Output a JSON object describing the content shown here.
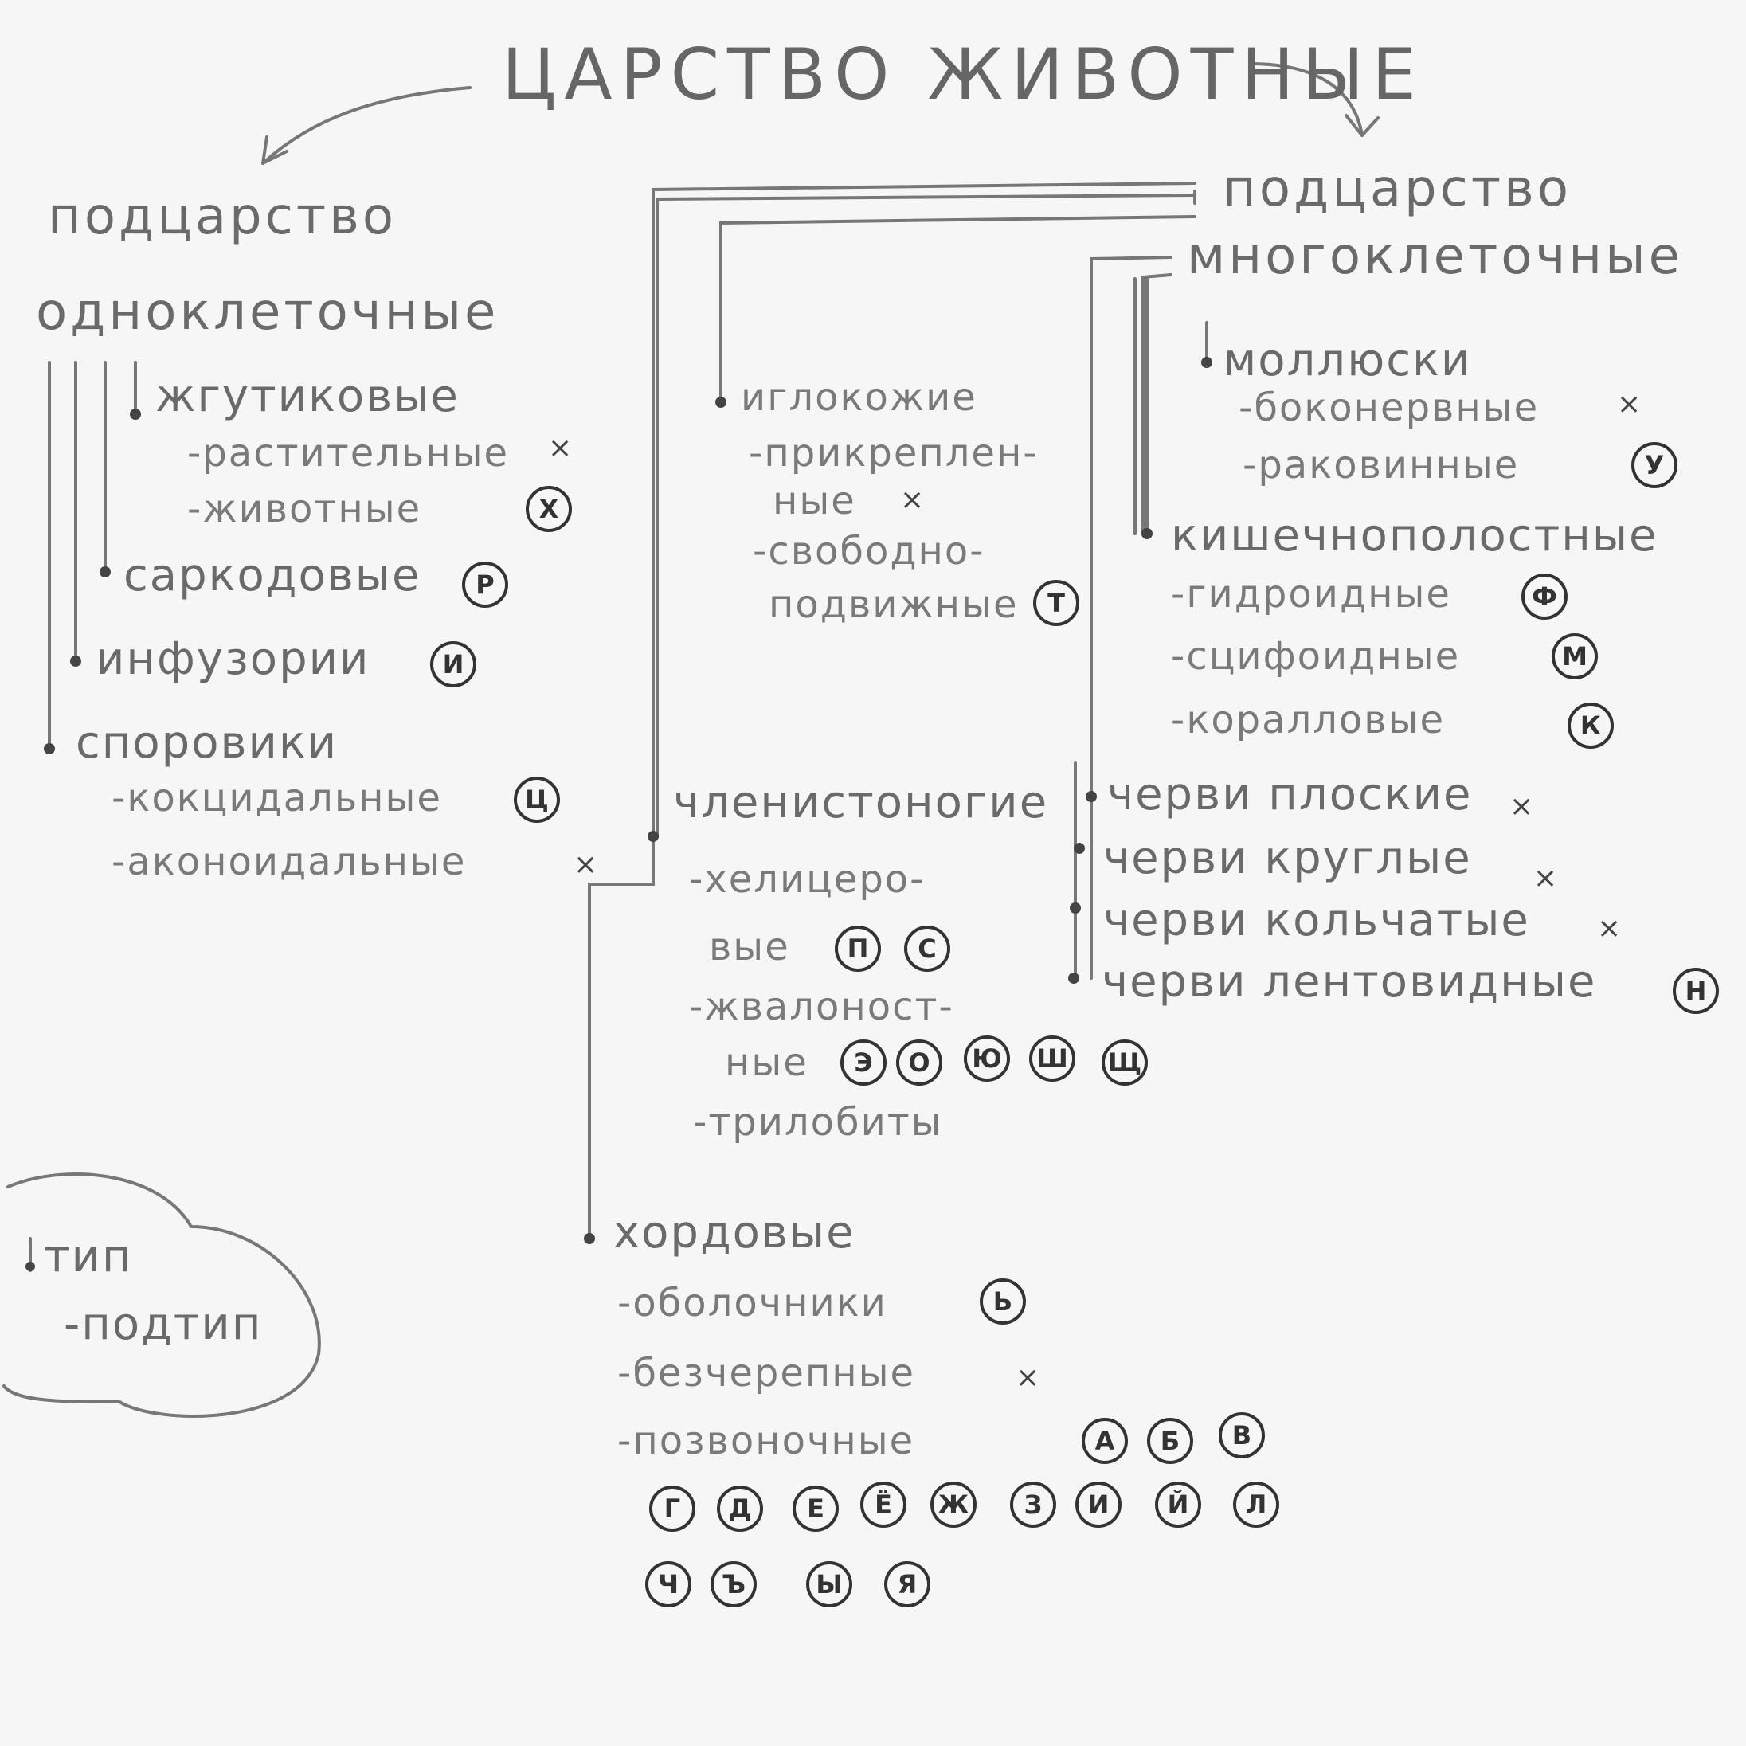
{
  "title": "ЦАРСТВО ЖИВОТНЫЕ",
  "left": {
    "heading_1": "подцарство",
    "heading_2": "одноклеточные",
    "items": [
      {
        "type": "жгутиковые",
        "subs": [
          {
            "text": "-растительные",
            "tag": "×"
          },
          {
            "text": "-животные",
            "letters": [
              "Х"
            ]
          }
        ]
      },
      {
        "type": "саркодовые",
        "letters": [
          "Р"
        ]
      },
      {
        "type": "инфузории",
        "letters": [
          "И"
        ]
      },
      {
        "type": "споровики",
        "subs": [
          {
            "text": "-кокцидальные",
            "letters": [
              "Ц"
            ]
          },
          {
            "text": "-аконоидальные",
            "tag": "×"
          }
        ]
      }
    ]
  },
  "right": {
    "heading_1": "подцарство",
    "heading_2": "многоклеточные",
    "molluscs": {
      "type": "моллюски",
      "subs": [
        {
          "text": "-боконервные",
          "tag": "×"
        },
        {
          "text": "-раковинные",
          "letters": [
            "У"
          ]
        }
      ]
    },
    "coelenterates": {
      "type": "кишечнополостные",
      "subs": [
        {
          "text": "-гидроидные",
          "letters": [
            "Ф"
          ]
        },
        {
          "text": "-сцифоидные",
          "letters": [
            "М"
          ]
        },
        {
          "text": "-коралловые",
          "letters": [
            "К"
          ]
        }
      ]
    },
    "worms": [
      {
        "text": "черви плоские",
        "tag": "×"
      },
      {
        "text": "черви круглые",
        "tag": "×"
      },
      {
        "text": "черви кольчатые",
        "tag": "×"
      },
      {
        "text": "черви лентовидные",
        "letters": [
          "Н"
        ]
      }
    ]
  },
  "middle": {
    "echinoderms": {
      "type": "иглокожие",
      "subs": [
        {
          "line1": "-прикреплен-",
          "line2": "ные",
          "tag": "×"
        },
        {
          "line1": "-свободно-",
          "line2": "подвижные",
          "letters": [
            "Т"
          ]
        }
      ]
    },
    "arthropods": {
      "type": "членистоногие",
      "subs": [
        {
          "line1": "-хелицеро-",
          "line2": "вые",
          "letters": [
            "П",
            "С"
          ]
        },
        {
          "line1": "-жвалоност-",
          "line2": "ные",
          "letters": [
            "Э",
            "О",
            "Ю",
            "Ш",
            "Щ"
          ]
        },
        {
          "line1": "-трилобиты"
        }
      ]
    },
    "chordates": {
      "type": "хордовые",
      "subs": [
        {
          "text": "-оболочники",
          "letters": [
            "Ь"
          ]
        },
        {
          "text": "-безчерепные",
          "tag": "×"
        },
        {
          "text": "-позвоночные",
          "letters": [
            "А",
            "Б",
            "В"
          ]
        }
      ],
      "more_letters_row1": [
        "Г",
        "Д",
        "Е",
        "Ё",
        "Ж",
        "З",
        "И",
        "Й",
        "Л"
      ],
      "more_letters_row2": [
        "Ч",
        "Ъ",
        "Ы",
        "Я"
      ]
    }
  },
  "legend": {
    "type_label": "тип",
    "subtype_label": "-подтип"
  }
}
